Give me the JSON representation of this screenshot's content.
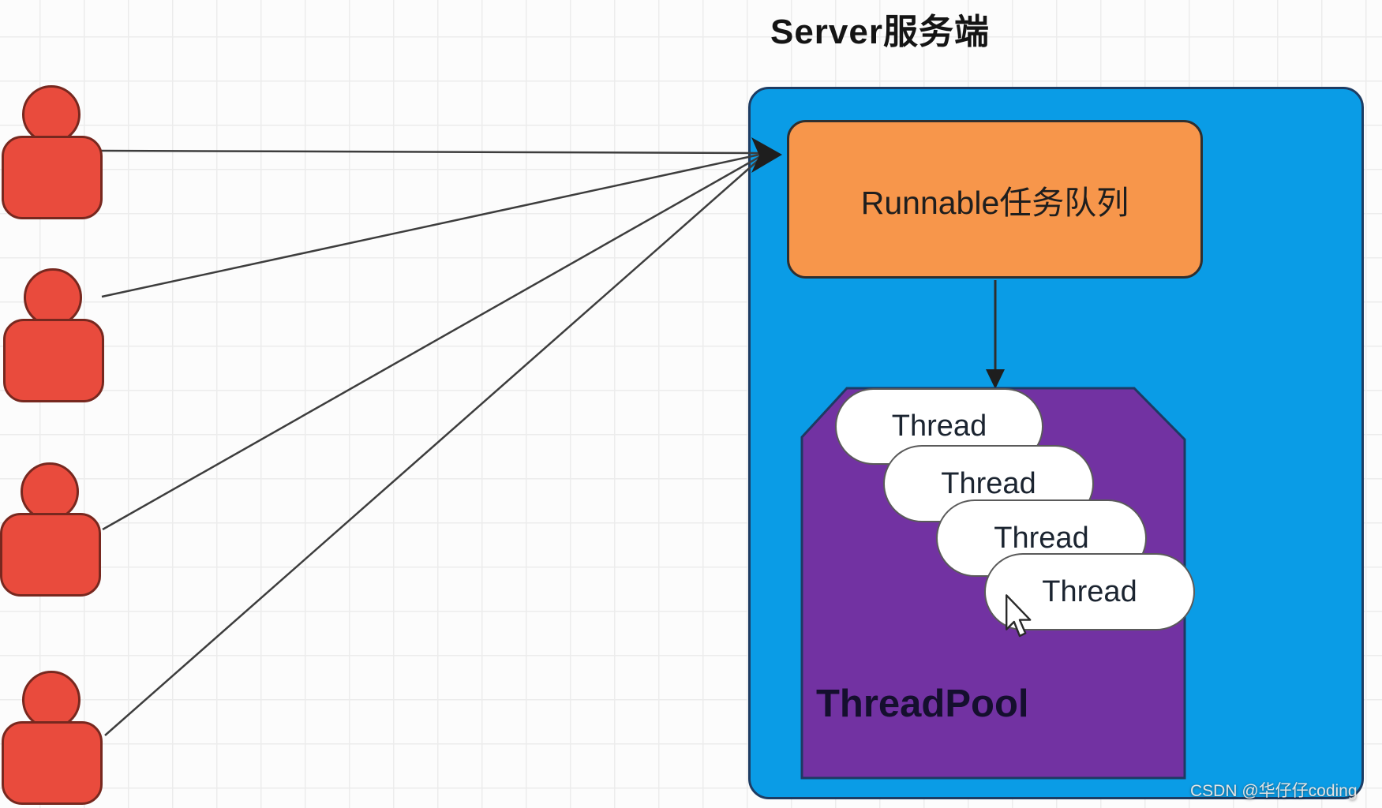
{
  "title": "Server服务端",
  "server": {
    "task_queue": {
      "label": "Runnable任务队列"
    },
    "thread_pool": {
      "label": "ThreadPool",
      "threads": [
        "Thread",
        "Thread",
        "Thread",
        "Thread"
      ]
    }
  },
  "clients": {
    "count": 4,
    "icon": "red-person-icon"
  },
  "icons": {
    "client": "person-icon",
    "cursor": "mouse-pointer-icon",
    "converge_arrow": "arrowhead-right-icon",
    "queue_arrow": "arrowhead-down-icon"
  },
  "watermark": "CSDN @华仔仔coding",
  "colors": {
    "server_panel": "#0a9ce6",
    "task_queue": "#f7964b",
    "thread_pool": "#7232a2",
    "thread_pill": "#ffffff",
    "client": "#e94b3d",
    "connector": "#3d3d3d",
    "title_text": "#141414"
  }
}
